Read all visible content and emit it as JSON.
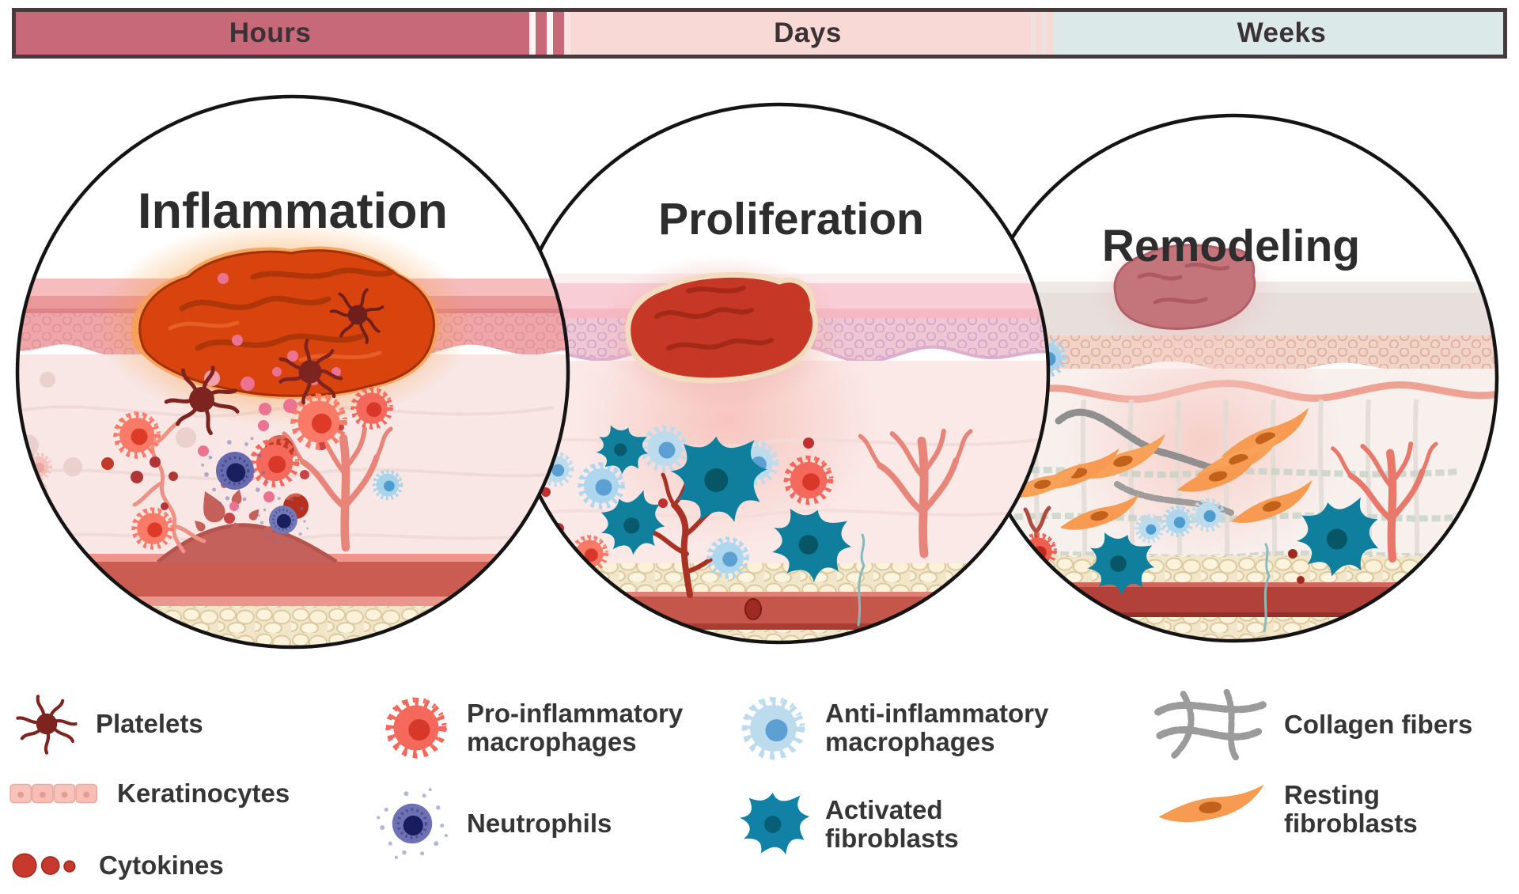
{
  "timeline": {
    "labels": [
      "Hours",
      "Days",
      "Weeks"
    ],
    "colors": {
      "hours": "#c8697a",
      "days": "#f8d9d6",
      "weeks": "#dbe9e8",
      "border": "#463a3d"
    }
  },
  "phases": [
    {
      "title": "Inflammation"
    },
    {
      "title": "Proliferation"
    },
    {
      "title": "Remodeling"
    }
  ],
  "legend": {
    "items": [
      {
        "id": "platelets",
        "label": "Platelets",
        "color": "#7d2420"
      },
      {
        "id": "keratinocytes",
        "label": "Keratinocytes",
        "color": "#f8c3ba"
      },
      {
        "id": "cytokines",
        "label": "Cytokines",
        "color": "#c6392c"
      },
      {
        "id": "pro-inflammatory-macrophages",
        "label": "Pro-inflammatory\nmacrophages",
        "color": "#f4695b"
      },
      {
        "id": "neutrophils",
        "label": "Neutrophils",
        "color": "#6e71b4"
      },
      {
        "id": "anti-inflammatory-macrophages",
        "label": "Anti-inflammatory\nmacrophages",
        "color": "#bcdcee"
      },
      {
        "id": "activated-fibroblasts",
        "label": "Activated\nfibroblasts",
        "color": "#1181a6"
      },
      {
        "id": "collagen-fibers",
        "label": "Collagen fibers",
        "color": "#9b9b9b"
      },
      {
        "id": "resting-fibroblasts",
        "label": "Resting\nfibroblasts",
        "color": "#f79b52"
      }
    ]
  },
  "scene": {
    "skin_colors": {
      "epidermis": "#efa6a9",
      "dermis": "#f8e7e5",
      "vessel": "#ca5c52",
      "fat": "#f1e6ca"
    },
    "scab_colors": {
      "inflammation": "#d8430e",
      "proliferation": "#c63726",
      "remodeling": "#c4757c"
    }
  }
}
